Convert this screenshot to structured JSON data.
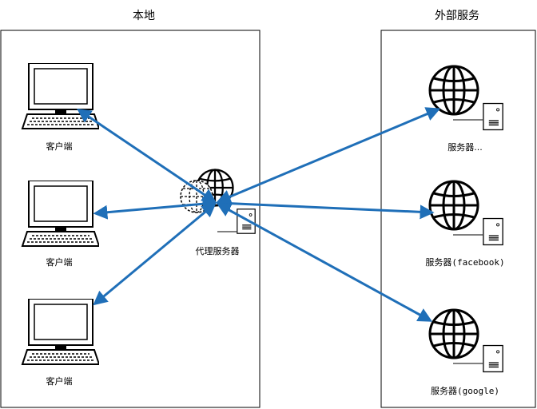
{
  "regions": {
    "local": {
      "title": "本地"
    },
    "external": {
      "title": "外部服务"
    }
  },
  "nodes": {
    "client_top": {
      "label": "客户端"
    },
    "client_middle": {
      "label": "客户端"
    },
    "client_bottom": {
      "label": "客户端"
    },
    "proxy": {
      "label": "代理服务器"
    },
    "server_top": {
      "label": "服务器..."
    },
    "server_middle": {
      "label": "服务器(facebook)"
    },
    "server_bottom": {
      "label": "服务器(google)"
    }
  },
  "colors": {
    "arrow": "#1f6fb8",
    "stroke": "#000000",
    "background": "#ffffff"
  },
  "icons": {
    "client": "computer-monitor-icon",
    "server": "globe-server-icon",
    "proxy": "proxy-globe-icon"
  }
}
